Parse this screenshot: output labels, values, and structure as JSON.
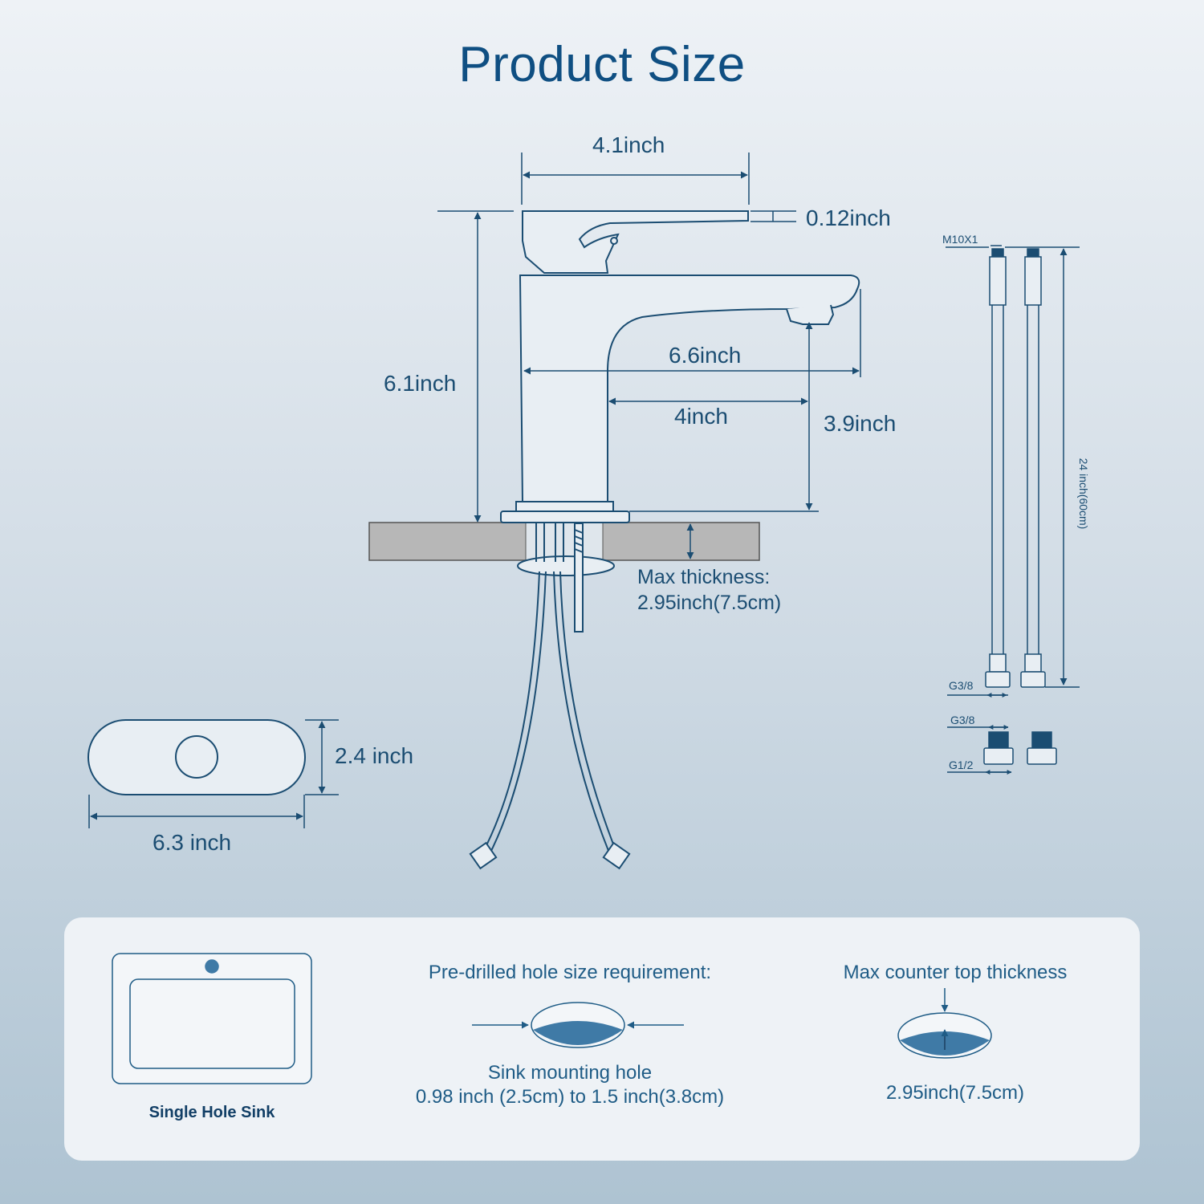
{
  "title": "Product Size",
  "dimensions": {
    "handle_width": "4.1inch",
    "handle_thickness": "0.12inch",
    "total_height": "6.1inch",
    "spout_reach": "6.6inch",
    "spout_inner": "4inch",
    "spout_height": "3.9inch",
    "max_thickness_line1": "Max thickness:",
    "max_thickness_line2": "2.95inch(7.5cm)",
    "plate_height": "2.4 inch",
    "plate_width": "6.3 inch"
  },
  "hoses": {
    "thread_top": "M10X1",
    "thread_bottom": "G3/8",
    "length": "24 inch(60cm)",
    "adapter_top": "G3/8",
    "adapter_bottom": "G1/2"
  },
  "panel": {
    "sink_label": "Single Hole Sink",
    "hole_title": "Pre-drilled hole size requirement:",
    "hole_line1": "Sink mounting hole",
    "hole_line2": "0.98 inch (2.5cm) to 1.5 inch(3.8cm)",
    "counter_title": "Max counter top thickness",
    "counter_value": "2.95inch(7.5cm)"
  },
  "colors": {
    "primary": "#1b4d72",
    "title": "#0f4f82",
    "hole_fill": "#3f7aa6",
    "counter_fill": "#b7b7b7"
  }
}
